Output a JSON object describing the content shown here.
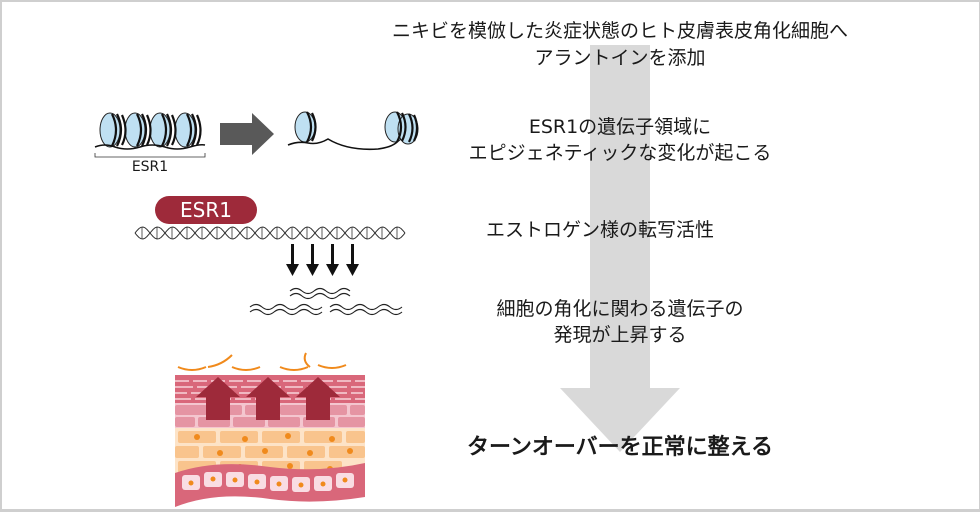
{
  "title_lines": [
    "ニキビを模倣した炎症状態のヒト皮膚表皮角化細胞へ",
    "アラントインを添加"
  ],
  "steps": [
    {
      "lines": [
        "ESR1の遺伝子領域に",
        "エピジェネティックな変化が起こる"
      ]
    },
    {
      "lines": [
        "エストロゲン様の転写活性"
      ]
    },
    {
      "lines": [
        "細胞の角化に関わる遺伝子の",
        "発現が上昇する"
      ]
    }
  ],
  "result": "ターンオーバーを正常に整える",
  "labels": {
    "chromatin_gene": "ESR1",
    "protein": "ESR1"
  },
  "icons": {
    "main_flow": "down-arrow-icon",
    "chromatin_change": "right-arrow-icon",
    "transcription": "down-arrows-icon"
  },
  "colors": {
    "flow_arrow": "#d9d9d9",
    "dark_arrow": "#595959",
    "protein": "#9e2a3a",
    "nucleosome": "#bfe0f2",
    "skin_arrow": "#9e2a3a",
    "cell_orange": "#f08a1c"
  }
}
